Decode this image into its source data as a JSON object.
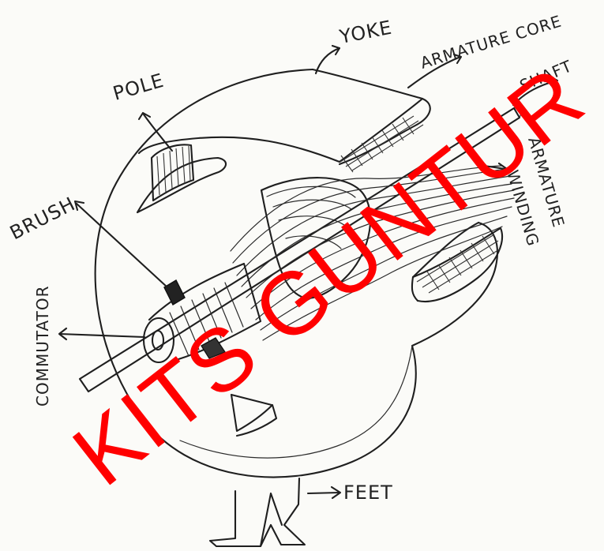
{
  "labels": {
    "yoke": "YOKE",
    "armature_core": "ARMATURE CORE",
    "shaft": "SHAFT",
    "pole": "POLE",
    "brush": "BRUSH",
    "armature_winding_line1": "ARMATURE",
    "armature_winding_line2": "WINDING",
    "commutator": "COMMUTATOR",
    "feet": "FEET"
  },
  "watermark": {
    "text": "KITS GUNTUR",
    "color": "#ff0000"
  },
  "colors": {
    "pencil": "#1f1f1f",
    "paper": "#fbfbf8"
  }
}
